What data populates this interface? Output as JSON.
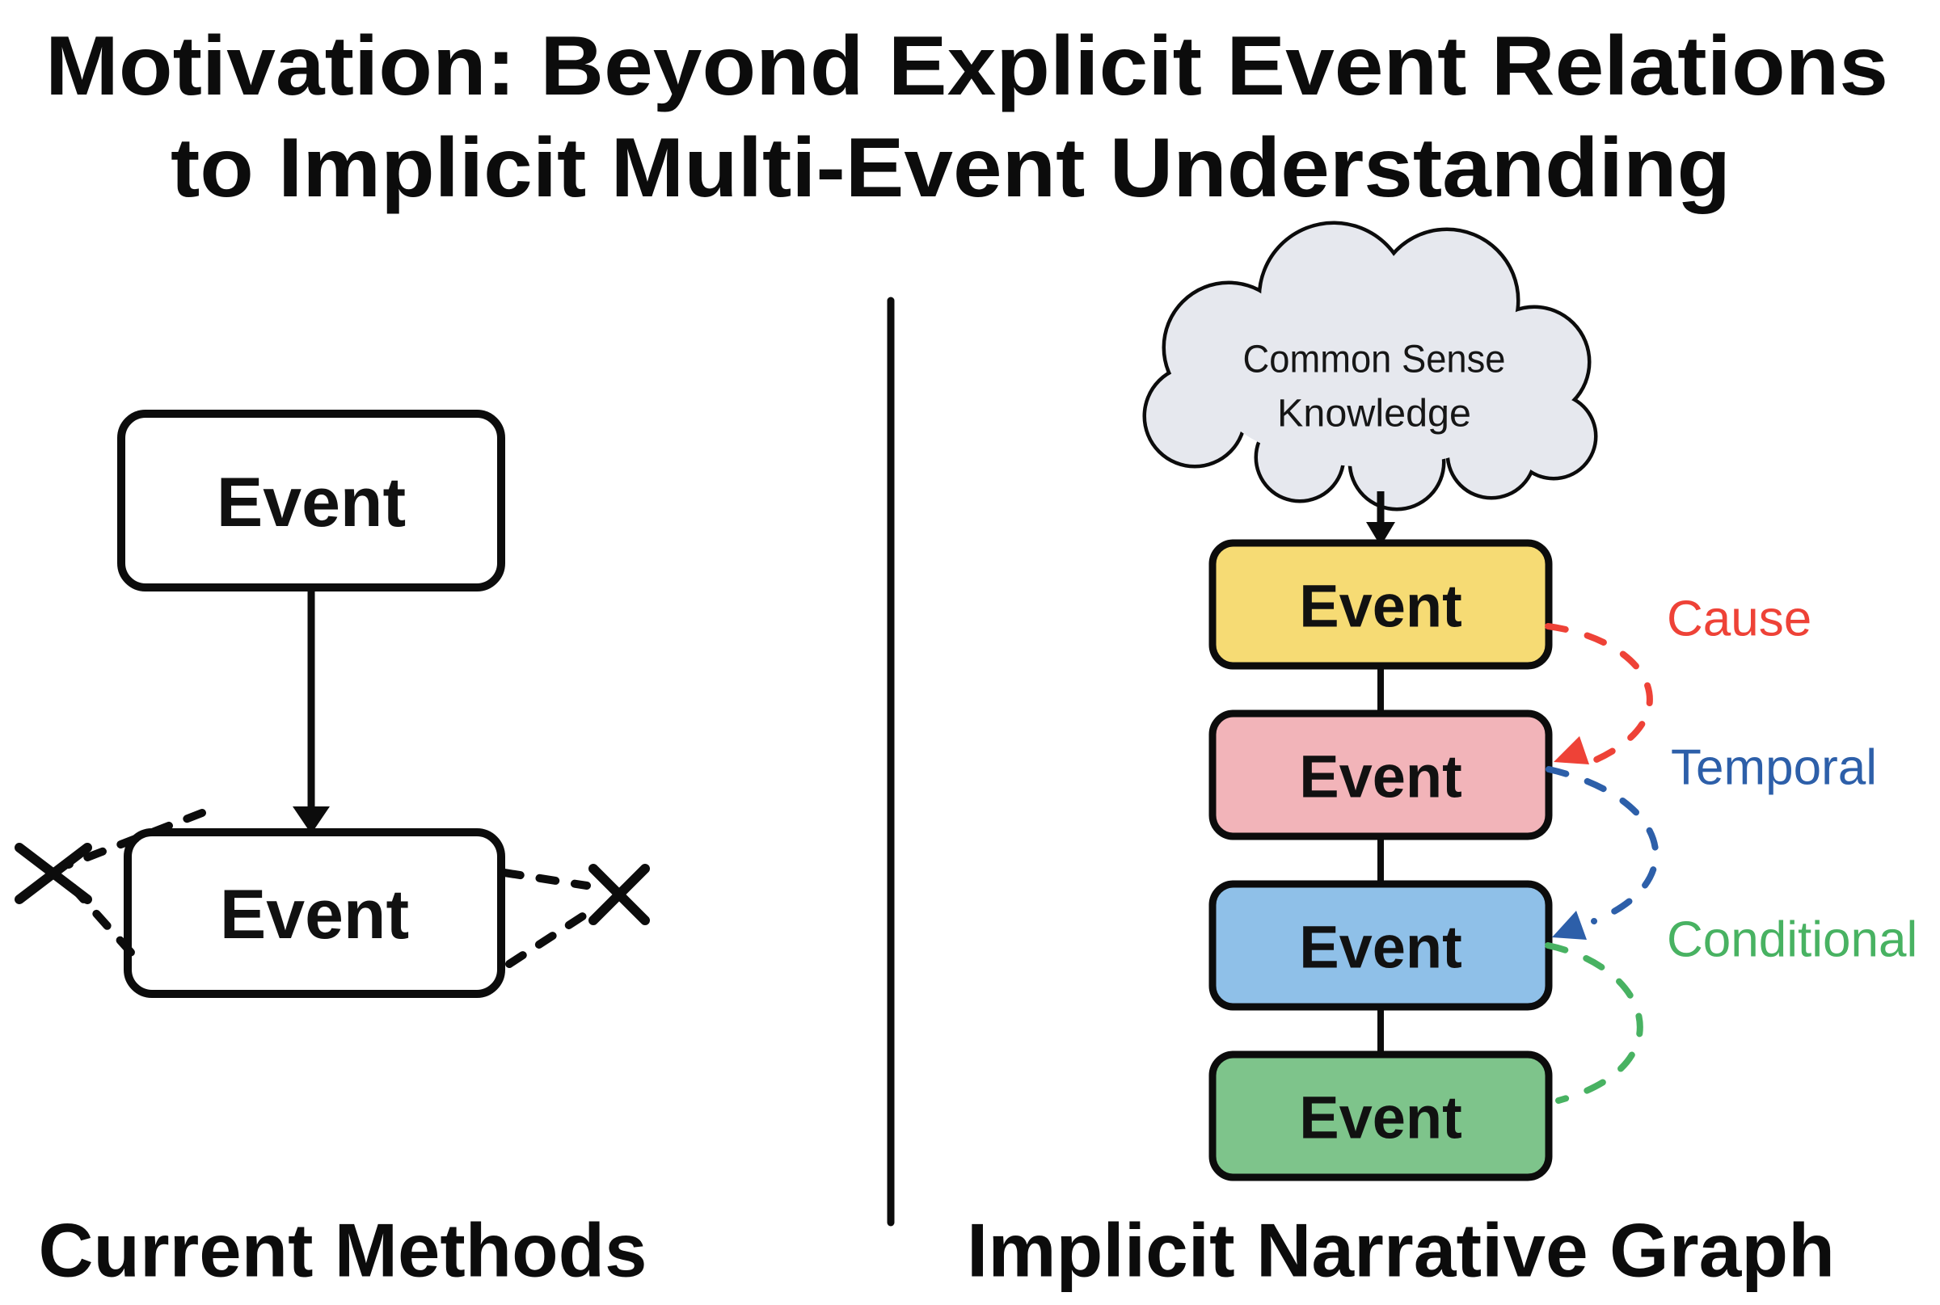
{
  "title": {
    "line1": "Motivation: Beyond Explicit Event Relations",
    "line2": "to Implicit Multi-Event Understanding"
  },
  "left_panel": {
    "label": "Current Methods",
    "top_event": "Event",
    "bottom_event": "Event"
  },
  "right_panel": {
    "label": "Implicit Narrative Graph",
    "cloud": {
      "line1": "Common Sense",
      "line2": "Knowledge",
      "fill": "#e6e8ee"
    },
    "events": [
      {
        "label": "Event",
        "fill": "#f6db74"
      },
      {
        "label": "Event",
        "fill": "#f2b4b9"
      },
      {
        "label": "Event",
        "fill": "#8fc0e8"
      },
      {
        "label": "Event",
        "fill": "#7ec48b"
      }
    ],
    "relations": [
      {
        "label": "Cause",
        "color": "#ee4237"
      },
      {
        "label": "Temporal",
        "color": "#2d5fa9"
      },
      {
        "label": "Conditional",
        "color": "#48b262"
      }
    ]
  }
}
